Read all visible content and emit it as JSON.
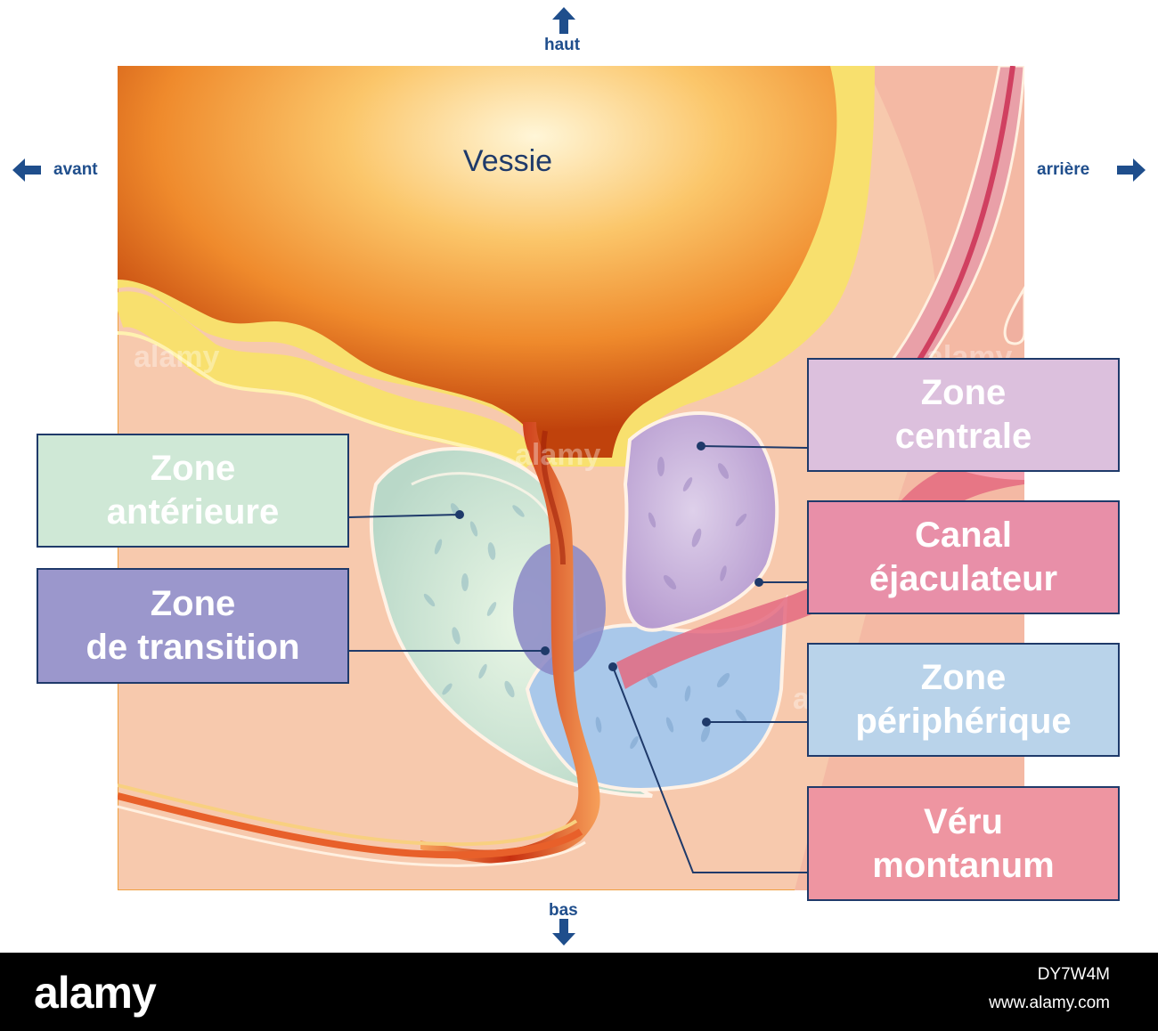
{
  "directions": {
    "top": "haut",
    "bottom": "bas",
    "left": "avant",
    "right": "arrière"
  },
  "organ_label": "Vessie",
  "labels": {
    "anterior": [
      "Zone",
      "antérieure"
    ],
    "transition": [
      "Zone",
      "de transition"
    ],
    "central": [
      "Zone",
      "centrale"
    ],
    "ejaculatory": [
      "Canal",
      "éjaculateur"
    ],
    "peripheral": [
      "Zone",
      "périphérique"
    ],
    "veru": [
      "Véru",
      "montanum"
    ]
  },
  "colors": {
    "anterior": "#cfe8d6",
    "transition": "#9b97cc",
    "central": "#dcc0dd",
    "ejaculatory": "#e88fa8",
    "peripheral": "#b9d3ea",
    "veru": "#ee95a1",
    "direction_text": "#1f4e8c"
  },
  "watermark": "alamy",
  "footer": {
    "brand": "alamy",
    "image_id": "DY7W4M",
    "url": "www.alamy.com"
  }
}
